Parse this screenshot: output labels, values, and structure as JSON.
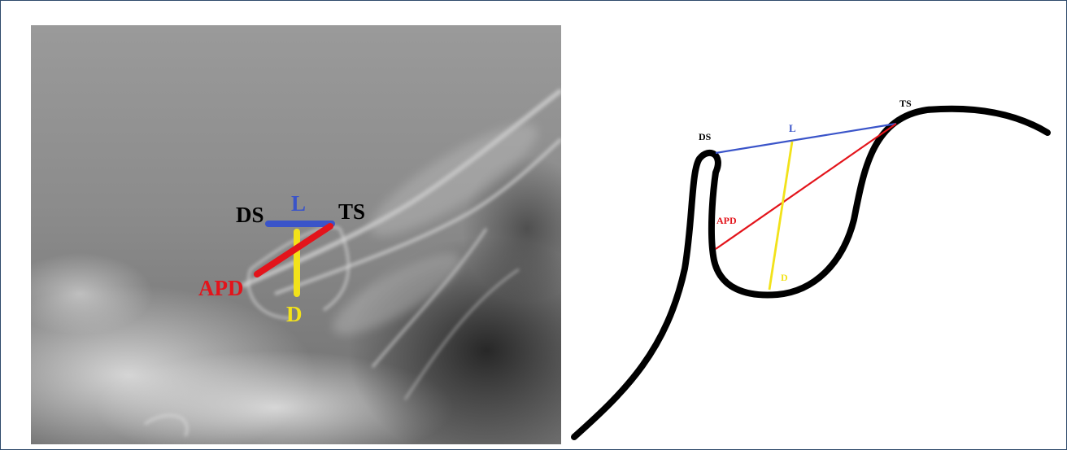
{
  "xray": {
    "labels": {
      "ds": "DS",
      "l": "L",
      "ts": "TS",
      "apd": "APD",
      "d": "D"
    }
  },
  "schematic": {
    "labels": {
      "ds": "DS",
      "l": "L",
      "ts": "TS",
      "apd": "APD",
      "d": "D"
    }
  },
  "colors": {
    "L": "#3a54c9",
    "APD": "#e3141b",
    "D": "#f2e21a",
    "DS": "#000000",
    "TS": "#000000",
    "outline": "#000000",
    "frame": "#2e4a6b"
  }
}
